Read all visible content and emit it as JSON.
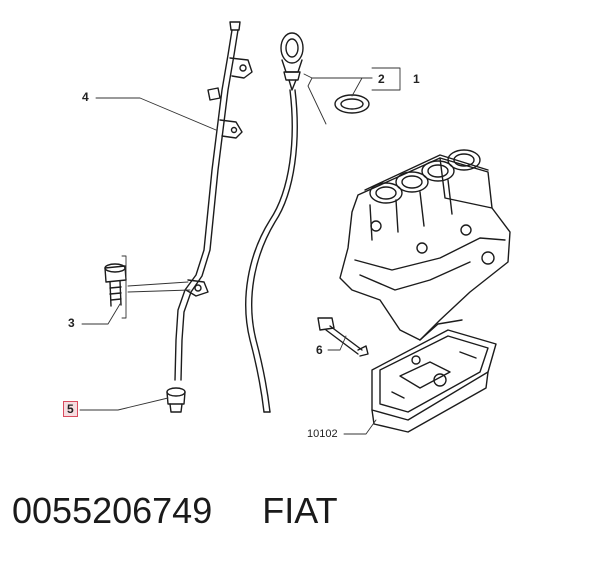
{
  "diagram": {
    "callouts": {
      "c1": "1",
      "c2": "2",
      "c3": "3",
      "c4": "4",
      "c5": "5",
      "c6": "6",
      "ref": "10102"
    },
    "highlight_color": "#d94b5e"
  },
  "caption": {
    "part_number": "0055206749",
    "brand": "FIAT"
  }
}
